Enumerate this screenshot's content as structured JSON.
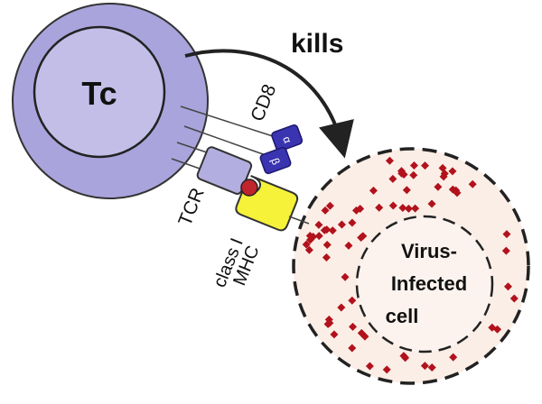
{
  "labels": {
    "tc": "Tc",
    "kills": "kills",
    "cd8": "CD8",
    "alpha": "α",
    "beta": "β",
    "tcr": "TCR",
    "mhc_line1": "class I",
    "mhc_line2": "MHC",
    "target_line1": "Virus-",
    "target_line2": "Infected",
    "target_line3": "cell"
  },
  "colors": {
    "tc_fill": "#a9a4dc",
    "tc_inner": "#c2bee8",
    "cd8_fill": "#3b34b0",
    "tcr_fill": "#b3aee0",
    "mhc_fill": "#f6f23a",
    "peptide": "#c0242c",
    "target_fill": "#fbeee6",
    "dots": "#b1121c"
  }
}
